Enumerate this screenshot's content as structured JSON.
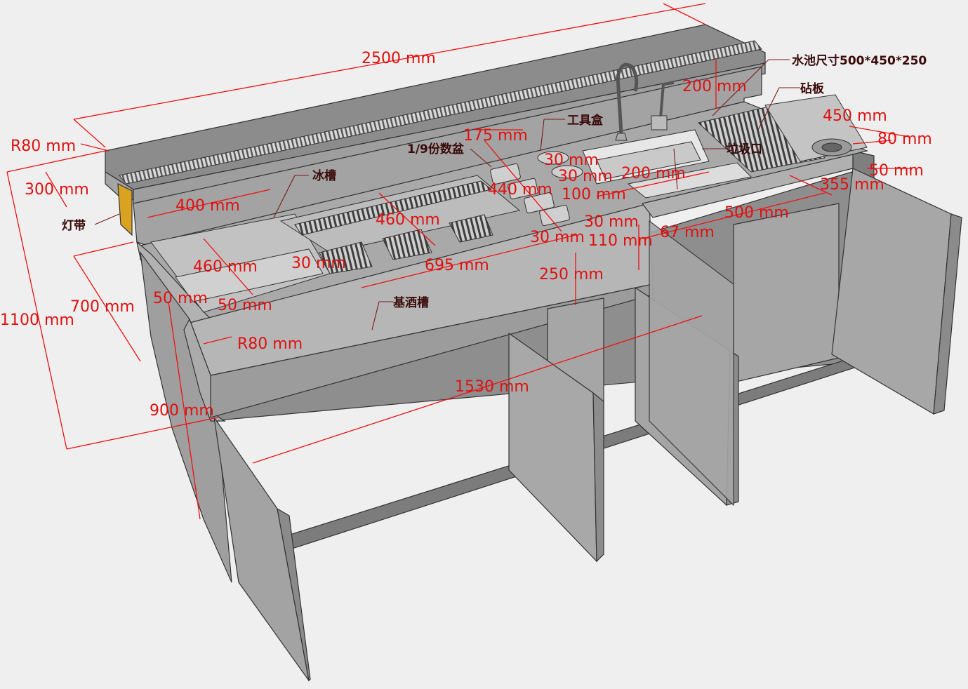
{
  "dimensions": {
    "total_length": "2500 mm",
    "top_radius": "R80 mm",
    "top_depth": "300 mm",
    "total_height": "1100 mm",
    "counter_depth": "700 mm",
    "body_height": "900 mm",
    "side_radius": "R80 mm",
    "ice_box_width": "400 mm",
    "ice_box_depth": "460 mm",
    "ice_edge_a": "50 mm",
    "ice_edge_b": "50 mm",
    "rail_depth": "460 mm",
    "rail_gap": "30 mm",
    "rail_length": "695 mm",
    "divider_gap": "30 mm",
    "box_width": "175 mm",
    "box_length": "440 mm",
    "tool_gap_a": "30 mm",
    "tool_gap_b": "30 mm",
    "tool_depth": "100 mm",
    "sink_spacing": "200 mm",
    "drain_drop": "200 mm",
    "sink_offset": "30 mm",
    "sink_depth_step": "110 mm",
    "sink_front": "250 mm",
    "sink_width": "500 mm",
    "sink_edge": "67 mm",
    "board_width": "450 mm",
    "board_edge": "80 mm",
    "board_rim": "50 mm",
    "board_depth": "355 mm",
    "cabinet_width": "1530 mm"
  },
  "labels": {
    "sink_size": "水池尺寸500*450*250",
    "cutting_board": "砧板",
    "tool_box": "工具盒",
    "ninth_pan": "1/9份数盆",
    "ice_bin": "冰槽",
    "trash_opening": "垃圾口",
    "light_strip": "灯带",
    "well": "基酒槽"
  },
  "colors": {
    "dimension": "#e01010",
    "label": "#3a0a0a",
    "body": "#9a9a9a",
    "background": "#efefef"
  }
}
